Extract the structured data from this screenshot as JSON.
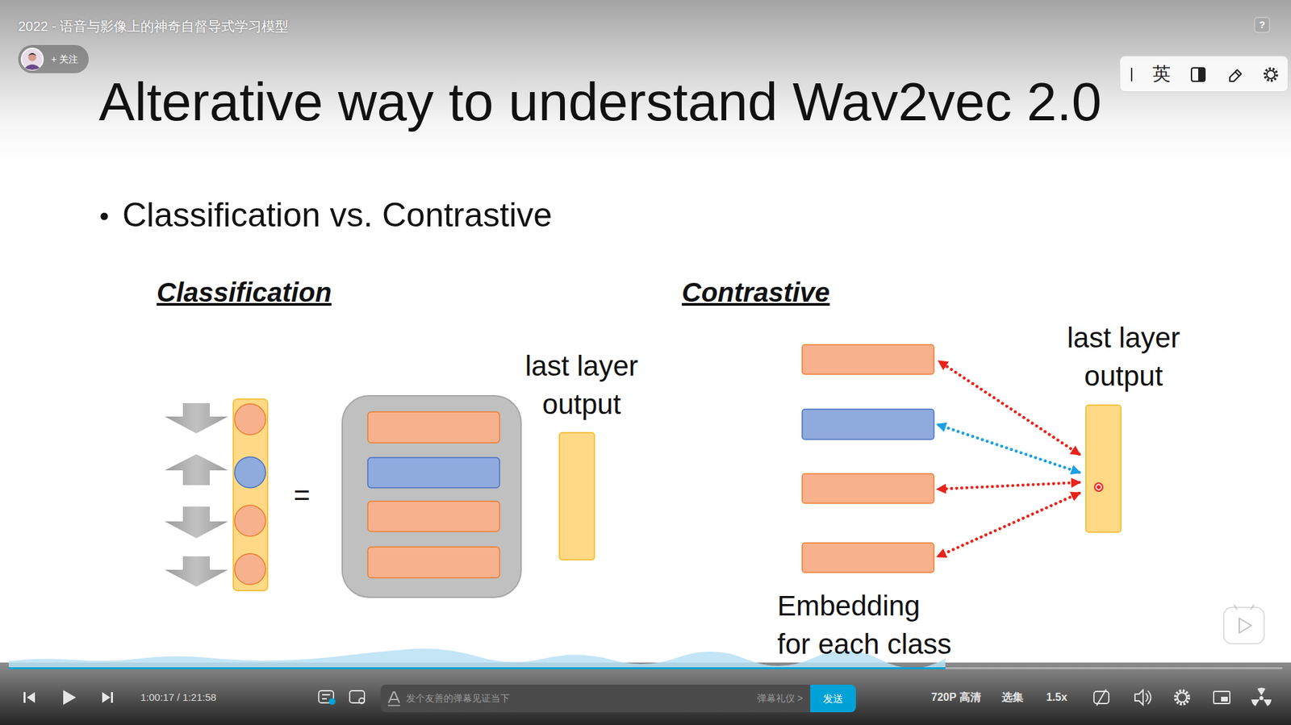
{
  "diagram": {
    "title": "Alterative way to understand Wav2vec 2.0",
    "nodes": [
      {
        "text": [
          "+ 关注"
        ]
      },
      {
        "text": [
          "英"
        ]
      },
      {
        "text": [
          "last layer output"
        ]
      },
      {
        "text": [
          "last layer output"
        ]
      },
      {
        "text": [
          "发个友善的弹幕见证当下",
          "弹幕礼仪 >"
        ]
      },
      {
        "text": [
          "发送"
        ]
      }
    ],
    "labels": [
      "2022 - 语音与影像上的神奇自督导式学习模型",
      "?",
      "Classification vs. Contrastive",
      "Classification",
      "Contrastive",
      "=",
      "Embedding for each class",
      "1:00:17 / 1:21:58",
      "720P 高清",
      "选集",
      "1.5x"
    ]
  }
}
